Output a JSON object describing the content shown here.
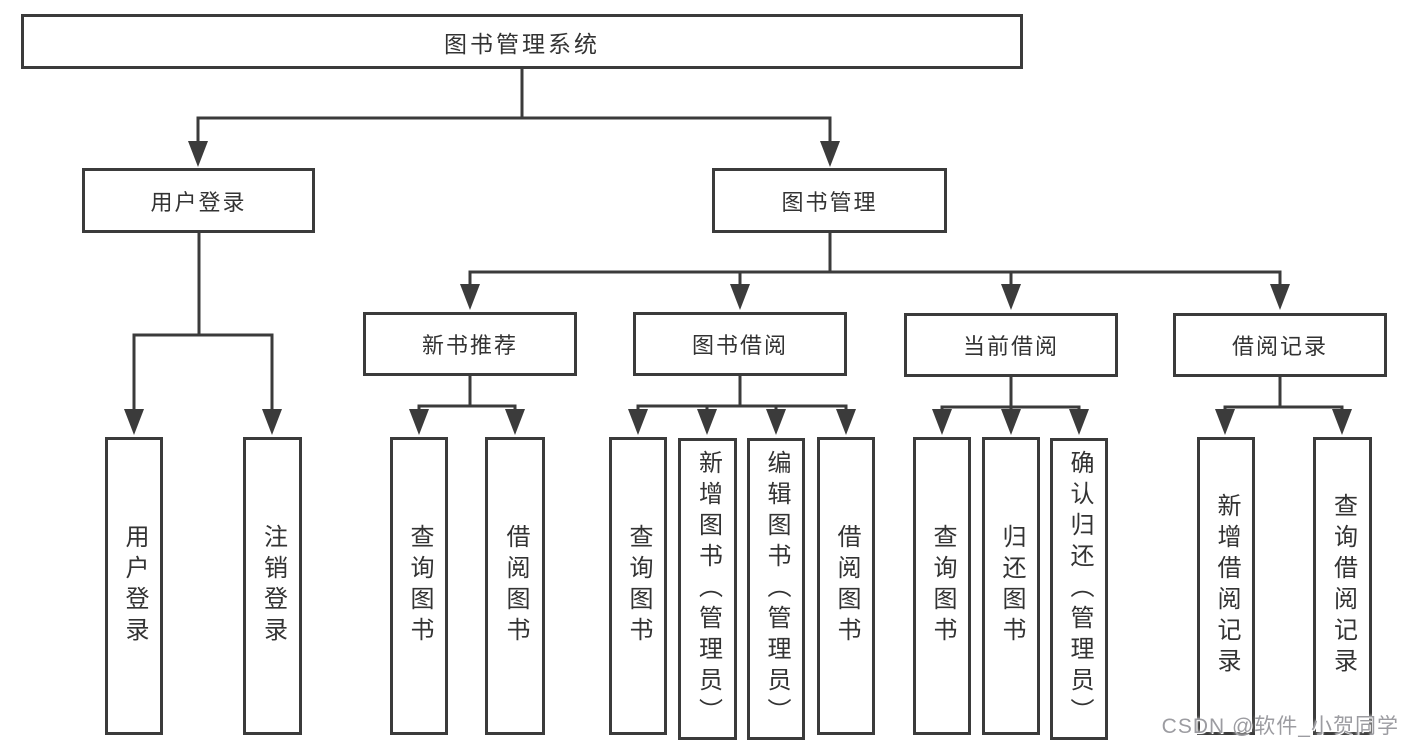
{
  "tree": {
    "root": {
      "label": "图书管理系统"
    },
    "branches": [
      {
        "label": "用户登录",
        "children": [
          {
            "label": "用户登录"
          },
          {
            "label": "注销登录"
          }
        ]
      },
      {
        "label": "图书管理",
        "children": [
          {
            "label": "新书推荐",
            "children": [
              {
                "label": "查询图书"
              },
              {
                "label": "借阅图书"
              }
            ]
          },
          {
            "label": "图书借阅",
            "children": [
              {
                "label": "查询图书"
              },
              {
                "label": "新增图书（管理员）"
              },
              {
                "label": "编辑图书（管理员）"
              },
              {
                "label": "借阅图书"
              }
            ]
          },
          {
            "label": "当前借阅",
            "children": [
              {
                "label": "查询图书"
              },
              {
                "label": "归还图书"
              },
              {
                "label": "确认归还（管理员）"
              }
            ]
          },
          {
            "label": "借阅记录",
            "children": [
              {
                "label": "新增借阅记录"
              },
              {
                "label": "查询借阅记录"
              }
            ]
          }
        ]
      }
    ]
  },
  "watermark": {
    "text": "CSDN @软件_小贺同学"
  },
  "colors": {
    "line": "#3b3b3b",
    "text": "#333333",
    "background": "#ffffff",
    "watermark": "#9c9ca1"
  }
}
